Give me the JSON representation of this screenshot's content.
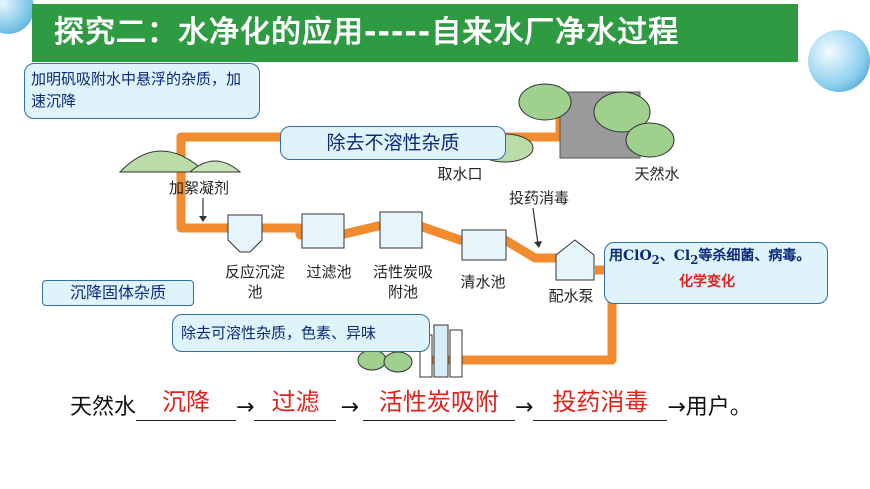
{
  "title": "探究二：水净化的应用-----自来水厂净水过程",
  "callouts": {
    "alum": "加明矾吸附水中悬浮的杂质，加速沉降",
    "insoluble": "除去不溶性杂质",
    "settle": "沉降固体杂质",
    "soluble": "除去可溶性杂质，色素、异味",
    "disinfect_prefix": "用",
    "disinfect_chem1": "ClO",
    "disinfect_sub1": "2",
    "disinfect_sep": "、Cl",
    "disinfect_sub2": "2",
    "disinfect_suffix": "等杀细菌、病毒。",
    "disinfect_change": "化学变化"
  },
  "stages": {
    "intake": "取水口",
    "natural_water": "天然水",
    "flocculant": "加絮凝剂",
    "reaction_tank": "反应沉淀池",
    "filter_tank": "过滤池",
    "carbon_tank": "活性炭吸附池",
    "clear_tank": "清水池",
    "dosing": "投药消毒",
    "pump": "配水泵"
  },
  "answer": {
    "start": "天然水",
    "arrow": "→",
    "blanks": [
      "沉降",
      "过滤",
      "活性炭吸附",
      "投药消毒"
    ],
    "end": "→用户。"
  },
  "colors": {
    "title_bg": "#2e9a41",
    "pipe": "#f28a2e",
    "callout_bg": "#dff3fb",
    "callout_border": "#2f6fb0",
    "answer_red": "#e0221b"
  }
}
